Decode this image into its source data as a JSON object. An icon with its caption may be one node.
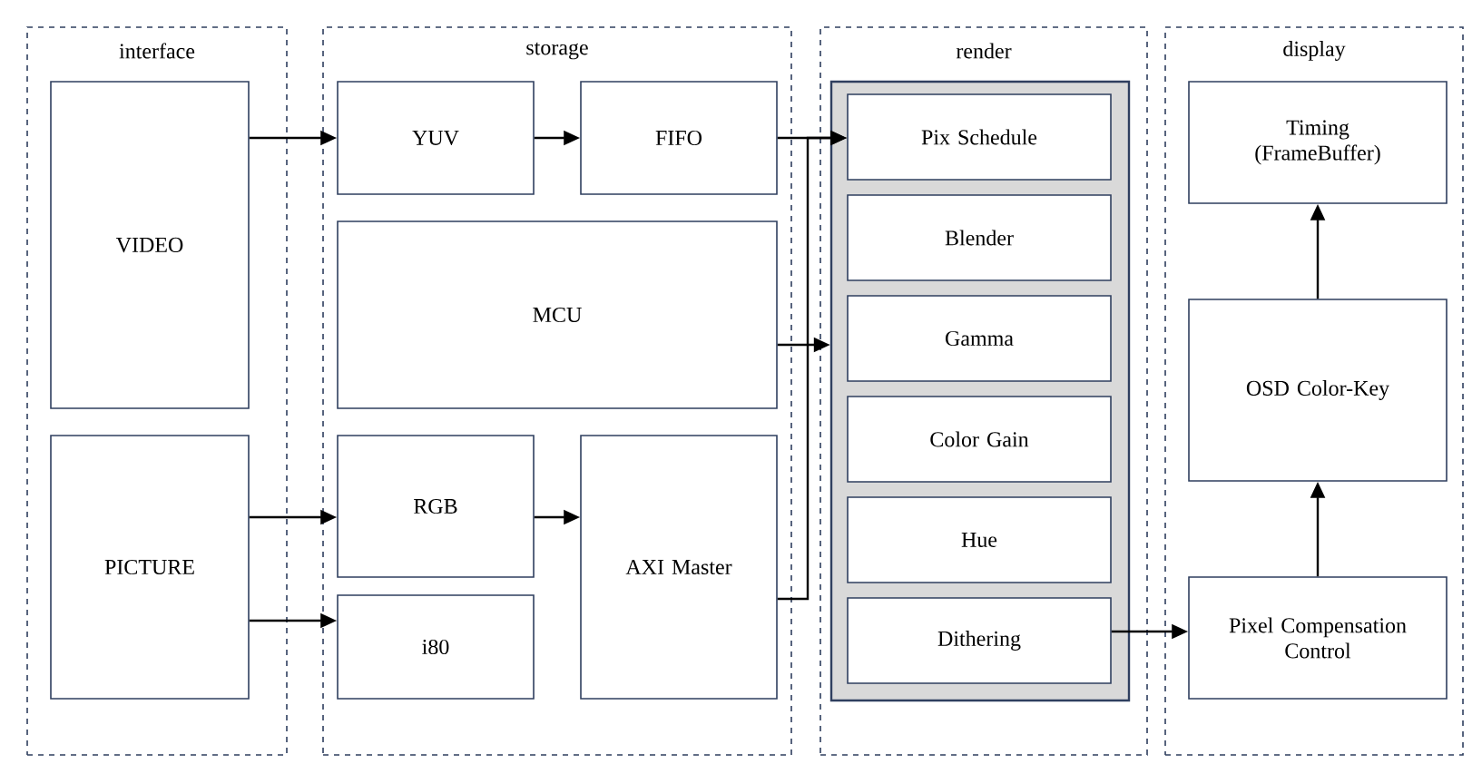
{
  "diagram": {
    "nodes": [
      {
        "text": [
          "interface"
        ]
      },
      {
        "text": [
          "VIDEO"
        ],
        "in": 0
      },
      {
        "text": [
          "PICTURE"
        ],
        "in": 0
      },
      {
        "text": [
          "storage"
        ]
      },
      {
        "text": [
          "YUV"
        ],
        "in": 3
      },
      {
        "text": [
          "FIFO"
        ],
        "in": 3
      },
      {
        "text": [
          "MCU"
        ],
        "in": 3
      },
      {
        "text": [
          "RGB"
        ],
        "in": 3
      },
      {
        "text": [
          "i80"
        ],
        "in": 3
      },
      {
        "text": [
          "AXI Master"
        ],
        "in": 3
      },
      {
        "text": [
          "render"
        ]
      },
      {
        "text": [],
        "shape": "box",
        "in": 10
      },
      {
        "text": [
          "Pix Schedule"
        ],
        "in": 11
      },
      {
        "text": [
          "Blender"
        ],
        "in": 11
      },
      {
        "text": [
          "Gamma"
        ],
        "in": 11
      },
      {
        "text": [
          "Color Gain"
        ],
        "in": 11
      },
      {
        "text": [
          "Hue"
        ],
        "in": 11
      },
      {
        "text": [
          "Dithering"
        ],
        "in": 11
      },
      {
        "text": [
          "display"
        ]
      },
      {
        "text": [
          "Timing (FrameBuffer)"
        ],
        "in": 18
      },
      {
        "text": [
          "OSD Color-Key"
        ],
        "in": 18
      },
      {
        "text": [
          "Pixel Compensation Control"
        ],
        "in": 18
      }
    ],
    "edges": [
      {
        "from": 1,
        "to": 4,
        "arrow": "to"
      },
      {
        "from": 4,
        "to": 5,
        "arrow": "to"
      },
      {
        "from": 5,
        "to": 12,
        "arrow": "to"
      },
      {
        "from": 6,
        "to": 11,
        "arrow": "to"
      },
      {
        "from": 9,
        "to": 12,
        "arrow": "to"
      },
      {
        "from": 2,
        "to": 7,
        "arrow": "to"
      },
      {
        "from": 2,
        "to": 8,
        "arrow": "to"
      },
      {
        "from": 7,
        "to": 9,
        "arrow": "to"
      },
      {
        "from": 17,
        "to": 21,
        "arrow": "to"
      },
      {
        "from": 21,
        "to": 20,
        "arrow": "to"
      },
      {
        "from": 20,
        "to": 19,
        "arrow": "to"
      }
    ]
  }
}
